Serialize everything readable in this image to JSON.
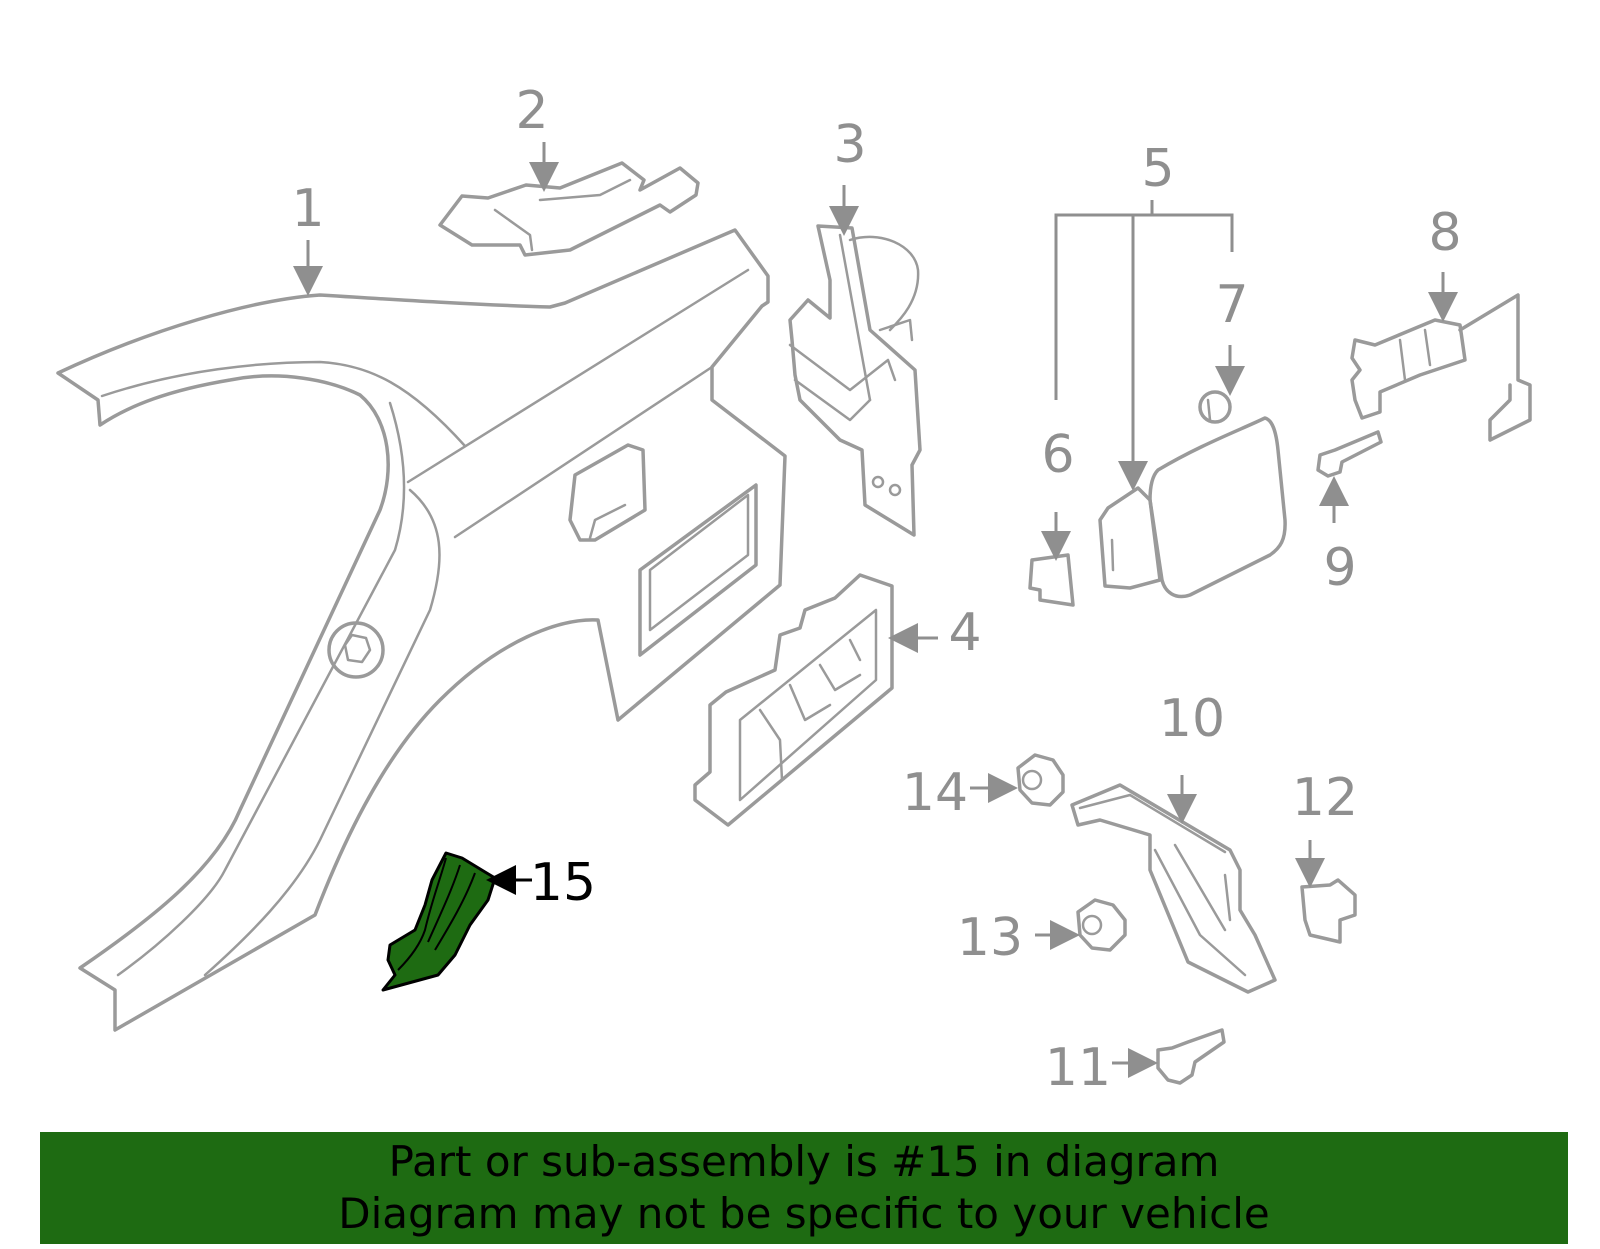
{
  "diagram": {
    "callouts": [
      "1",
      "2",
      "3",
      "4",
      "5",
      "6",
      "7",
      "8",
      "9",
      "10",
      "11",
      "12",
      "13",
      "14",
      "15"
    ],
    "highlighted_part": "15",
    "highlight_color": "#1e6b12",
    "line_color": "#9a9a9a"
  },
  "banner": {
    "line1": "Part or sub-assembly is #15 in diagram",
    "line2": "Diagram may not be specific to your vehicle"
  }
}
